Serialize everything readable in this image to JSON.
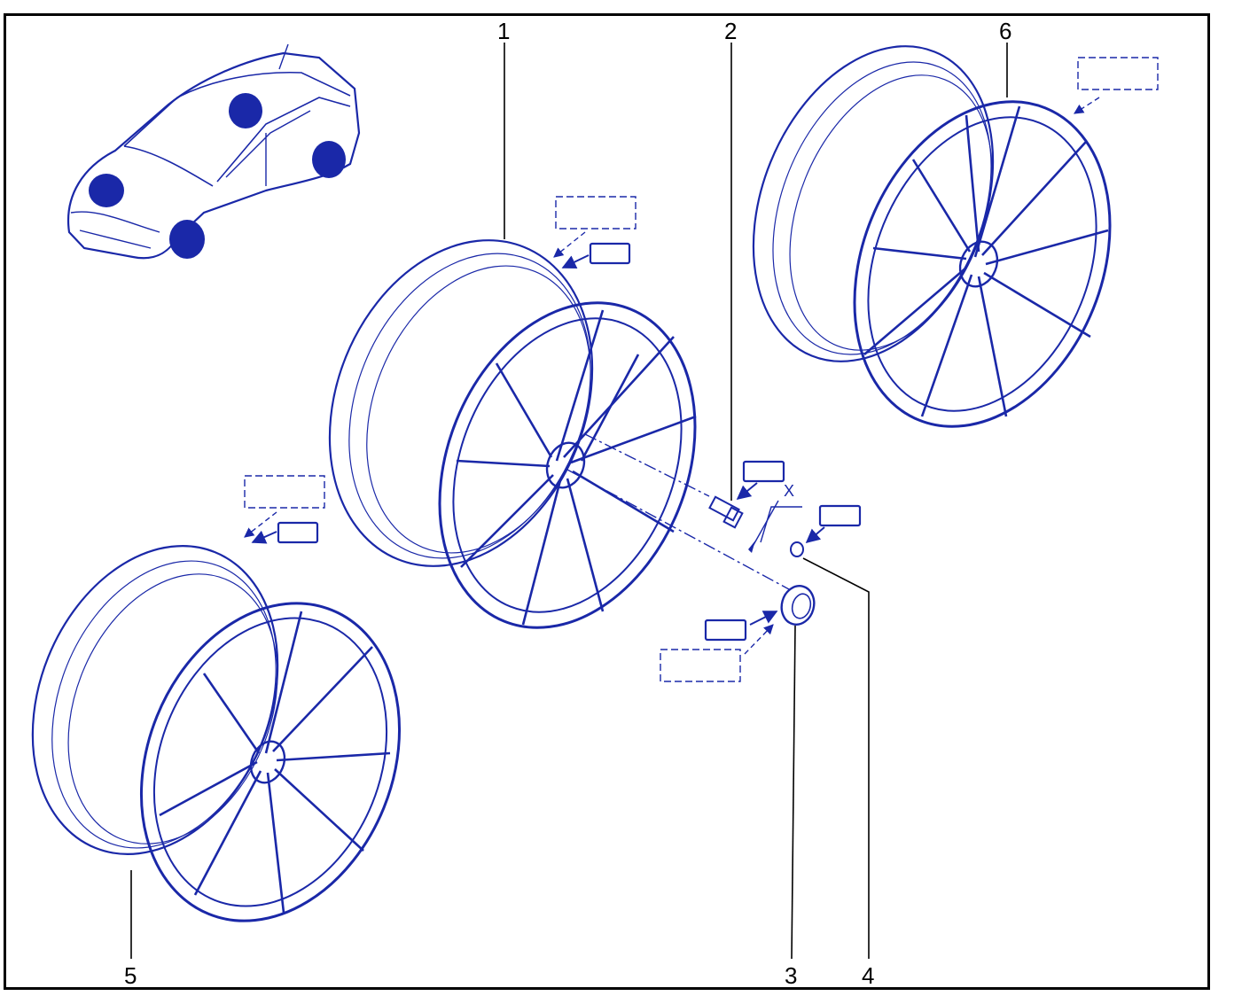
{
  "callouts": {
    "c1": "1",
    "c2": "2",
    "c3": "3",
    "c4": "4",
    "c5": "5",
    "c6": "6"
  },
  "dimension_label": "X",
  "colors": {
    "line_art": "#1a28a8",
    "callout_text": "#000000",
    "frame": "#000000",
    "background": "#ffffff"
  },
  "icons": {
    "car": "vehicle-location-icon",
    "wheel_marker": "wheel-position-marker-icon"
  }
}
